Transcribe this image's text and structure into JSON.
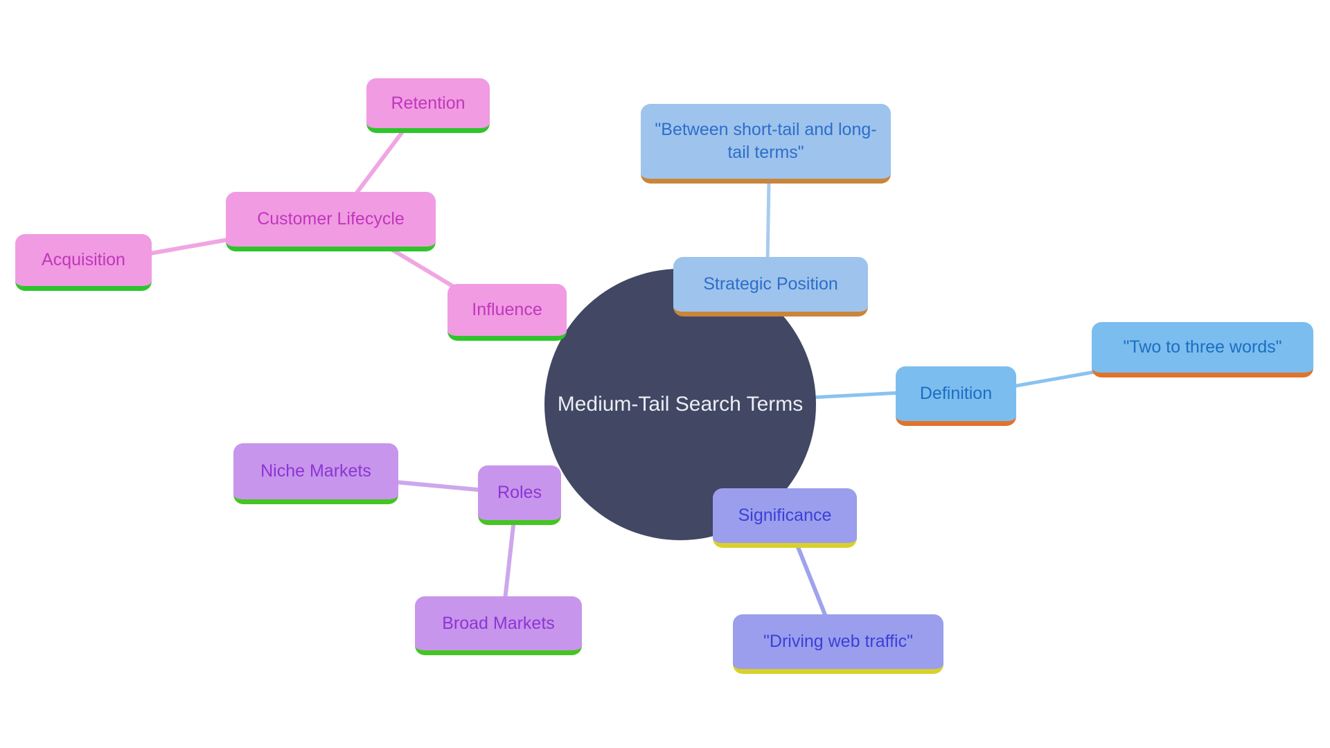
{
  "diagram": {
    "type": "mindmap",
    "background": "#ffffff",
    "central": {
      "label": "Medium-Tail Search Terms",
      "fill": "#424763",
      "text_color": "#eceef5"
    },
    "branches": [
      {
        "name": "strategic-position",
        "label": "Strategic Position",
        "palette": {
          "fill": "#9ec4ed",
          "border": "#c9853a",
          "text": "#2e6dc9",
          "line": "#a8cbf0"
        },
        "children": [
          {
            "label": "\"Between short-tail and long-tail terms\""
          }
        ]
      },
      {
        "name": "definition",
        "label": "Definition",
        "palette": {
          "fill": "#7cbdef",
          "border": "#e0742b",
          "text": "#1c6ec1",
          "line": "#8ac2f0"
        },
        "children": [
          {
            "label": "\"Two to three words\""
          }
        ]
      },
      {
        "name": "significance",
        "label": "Significance",
        "palette": {
          "fill": "#9b9eec",
          "border": "#d9d02b",
          "text": "#3b40d8",
          "line": "#9fa3ec"
        },
        "children": [
          {
            "label": "\"Driving web traffic\""
          }
        ]
      },
      {
        "name": "roles",
        "label": "Roles",
        "palette": {
          "fill": "#c795eb",
          "border": "#44c521",
          "text": "#8c35d4",
          "line": "#cda7ec"
        },
        "children": [
          {
            "label": "Niche Markets"
          },
          {
            "label": "Broad Markets"
          }
        ]
      },
      {
        "name": "influence",
        "label": "Influence",
        "palette": {
          "fill": "#f09be2",
          "border": "#2ec52a",
          "text": "#c136bb",
          "line": "#f0a6e2"
        },
        "children": [
          {
            "label": "Customer Lifecycle",
            "children": [
              {
                "label": "Retention"
              },
              {
                "label": "Acquisition"
              }
            ]
          }
        ]
      }
    ]
  }
}
